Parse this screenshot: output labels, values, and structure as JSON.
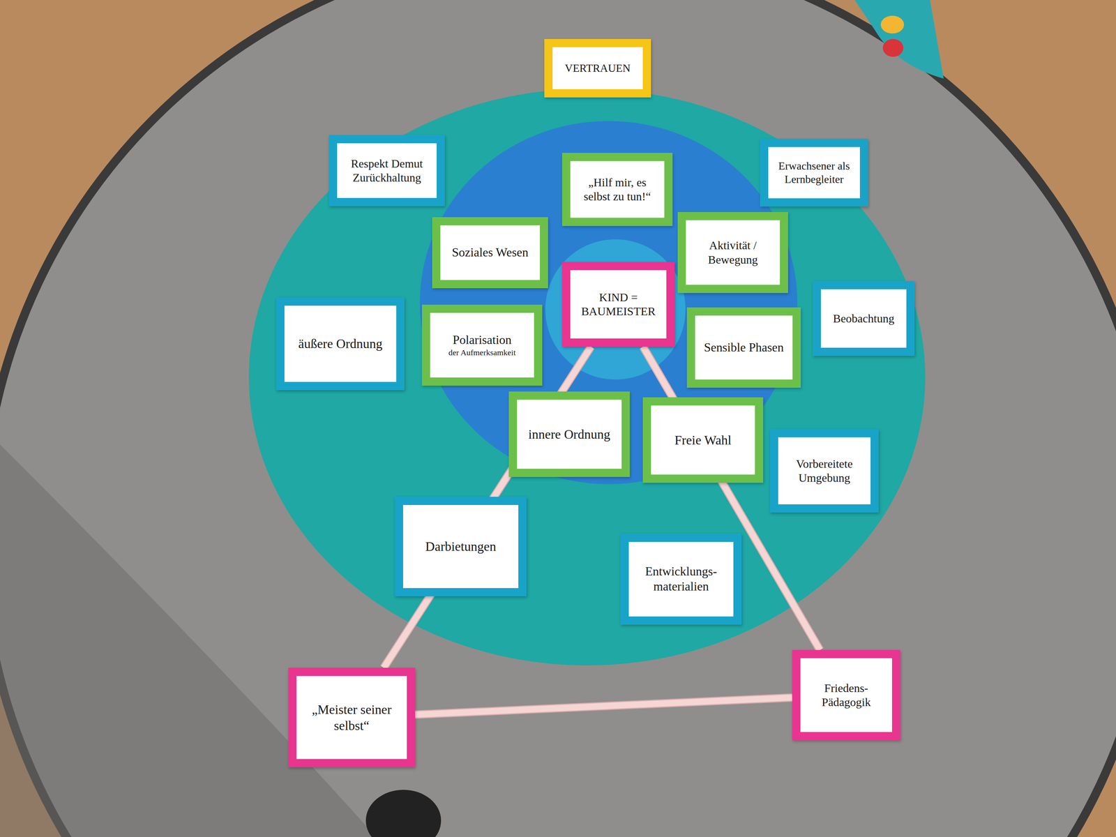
{
  "diagram": {
    "nodes": [
      {
        "text": [
          "VERTRAUEN"
        ]
      },
      {
        "text": [
          "Respekt Demut Zurückhaltung"
        ]
      },
      {
        "text": [
          "„Hilf mir, es selbst zu tun!“"
        ]
      },
      {
        "text": [
          "Erwachsener als Lernbegleiter"
        ]
      },
      {
        "text": [
          "Soziales Wesen"
        ]
      },
      {
        "text": [
          "Aktivität / Bewegung"
        ]
      },
      {
        "text": [
          "KIND = BAUMEISTER"
        ]
      },
      {
        "text": [
          "äußere Ordnung"
        ]
      },
      {
        "text": [
          "Polarisation",
          "der Aufmerksamkeit"
        ]
      },
      {
        "text": [
          "Beobachtung"
        ]
      },
      {
        "text": [
          "Sensible Phasen"
        ]
      },
      {
        "text": [
          "innere Ordnung"
        ]
      },
      {
        "text": [
          "Freie Wahl"
        ]
      },
      {
        "text": [
          "Vorbereitete Umgebung"
        ]
      },
      {
        "text": [
          "Darbietungen"
        ]
      },
      {
        "text": [
          "Entwicklungs- materialien"
        ]
      },
      {
        "text": [
          "„Meister seiner selbst“"
        ]
      },
      {
        "text": [
          "Friedens- Pädagogik"
        ]
      }
    ],
    "edges": [
      {
        "from": 6,
        "to": 16,
        "arrow": "none"
      },
      {
        "from": 6,
        "to": 17,
        "arrow": "none"
      },
      {
        "from": 16,
        "to": 17,
        "arrow": "none"
      }
    ]
  }
}
